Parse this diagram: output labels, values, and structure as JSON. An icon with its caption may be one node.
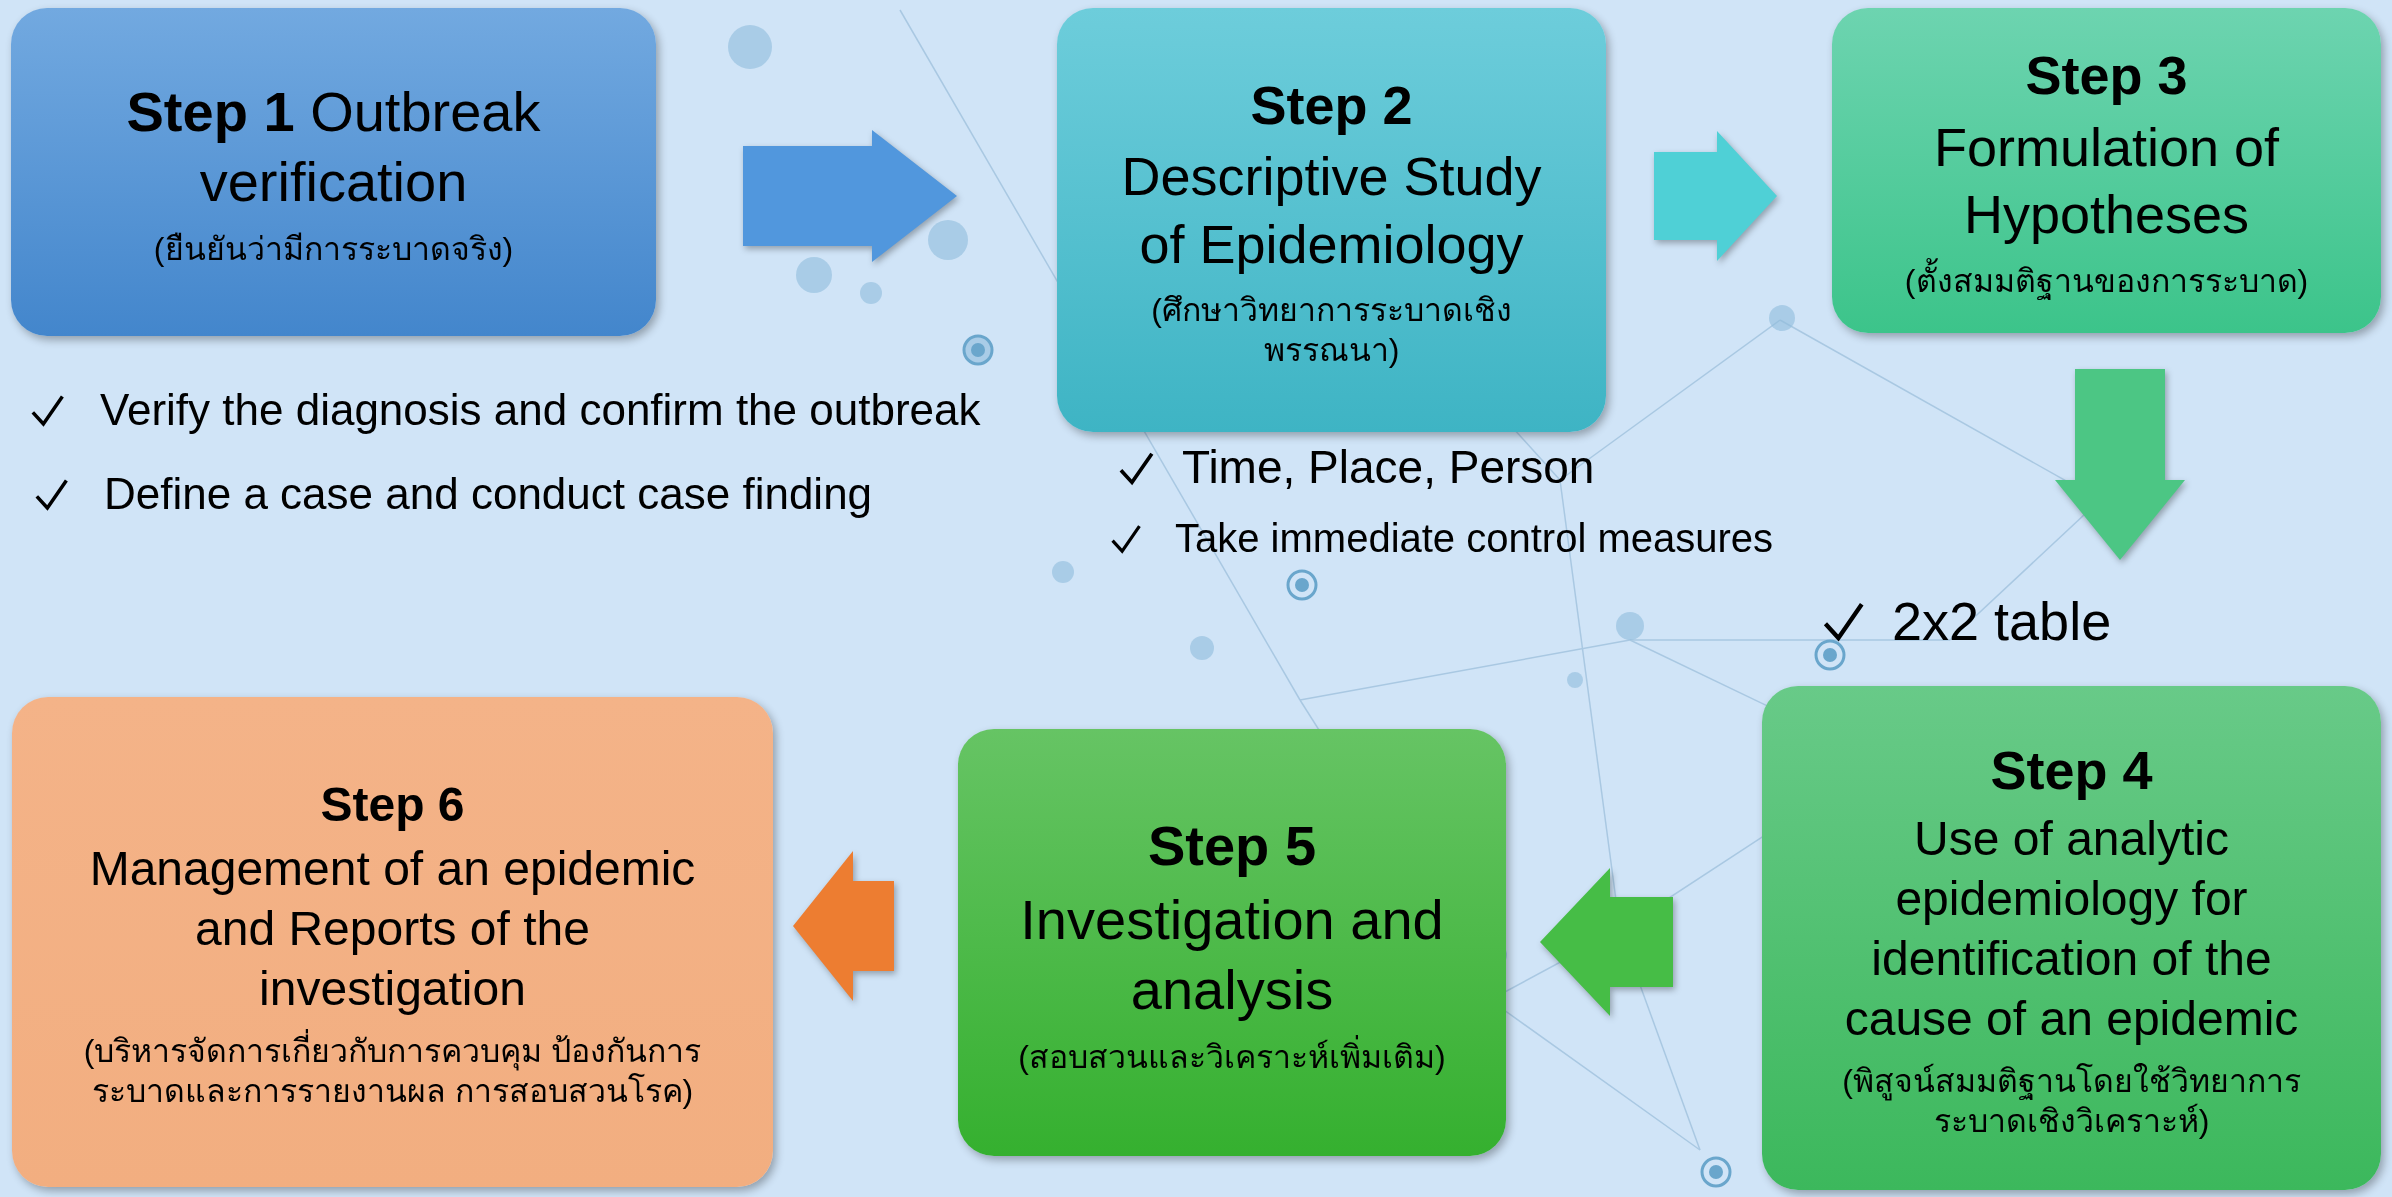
{
  "diagram": {
    "nodes": [
      {
        "text": [
          "**Step 1** Outbreak verification",
          "(ยืนยันว่ามีการระบาดจริง)"
        ]
      },
      {
        "text": [
          "Step 2",
          "Descriptive Study of Epidemiology",
          "(ศึกษาวิทยาการระบาดเชิงพรรณนา)"
        ]
      },
      {
        "text": [
          "Step 3",
          "Formulation of Hypotheses",
          "(ตั้งสมมติฐานของการระบาด)"
        ]
      },
      {
        "text": [
          "Step 4",
          "Use of analytic epidemiology for identification of the cause of an epidemic",
          "(พิสูจน์สมมติฐานโดยใช้วิทยาการระบาดเชิงวิเคราะห์)"
        ]
      },
      {
        "text": [
          "Step 5",
          "Investigation and analysis",
          "(สอบสวนและวิเคราะห์เพิ่มเติม)"
        ]
      },
      {
        "text": [
          "Step 6",
          "Management of an epidemic and Reports of the investigation",
          "(บริหารจัดการเกี่ยวกับการควบคุม ป้องกันการระบาดและการรายงานผล  การสอบสวนโรค)"
        ]
      }
    ],
    "edges": [
      {
        "from": 0,
        "to": 1,
        "arrow": "to",
        "color": "#5197dd"
      },
      {
        "from": 1,
        "to": 2,
        "arrow": "to",
        "color": "#4fd0d6"
      },
      {
        "from": 2,
        "to": 3,
        "arrow": "to",
        "color": "#4cc684"
      },
      {
        "from": 3,
        "to": 4,
        "arrow": "to",
        "color": "#46bd46"
      },
      {
        "from": 4,
        "to": 5,
        "arrow": "to",
        "color": "#ed7d31"
      }
    ],
    "labels": [
      "Verify the diagnosis and confirm the outbreak",
      "Define a case and conduct case finding",
      "Time, Place, Person",
      "Take immediate control measures",
      "2x2 table"
    ]
  }
}
